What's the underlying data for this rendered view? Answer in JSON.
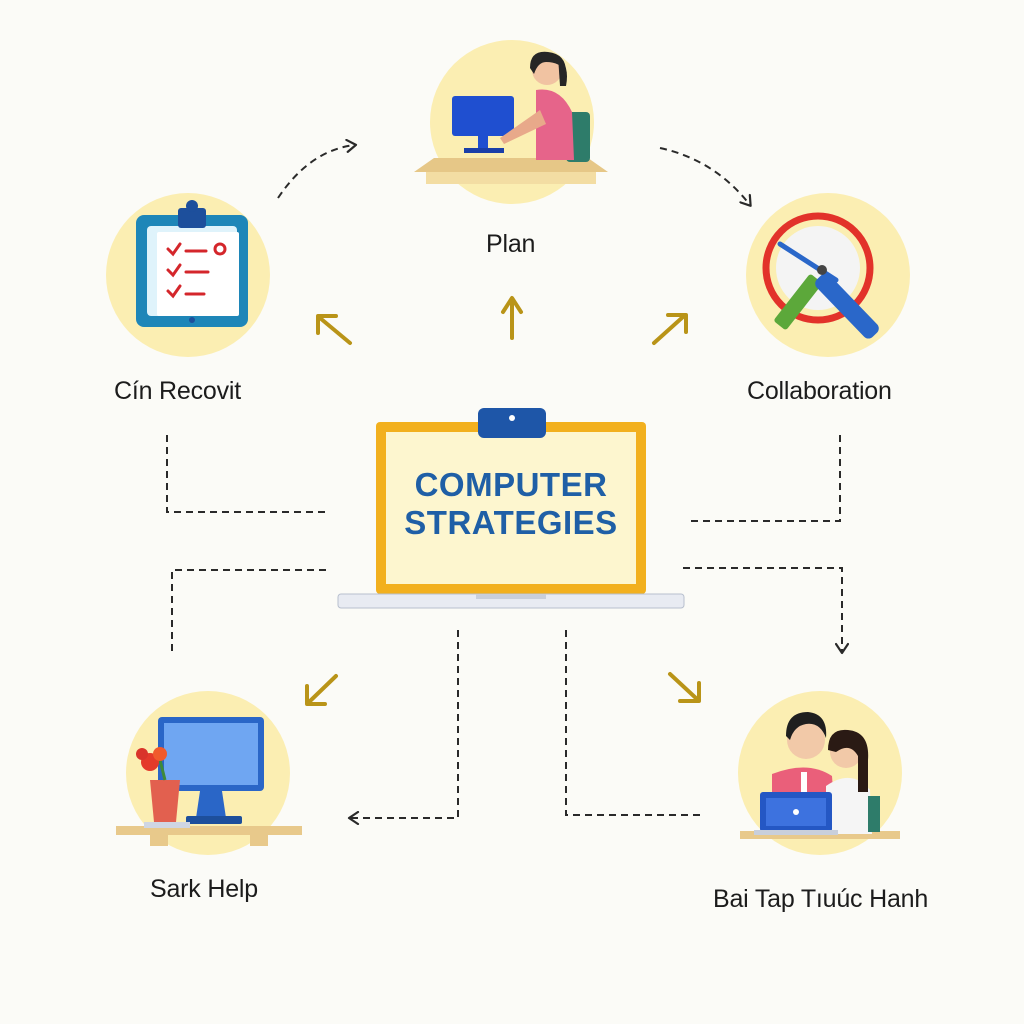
{
  "center": {
    "line1": "COMPUTER",
    "line2": "STRATEGIES"
  },
  "nodes": {
    "top": {
      "label": "Plan",
      "icon": "person-at-computer-icon"
    },
    "left": {
      "label": "Cín Recovit",
      "icon": "clipboard-checklist-icon"
    },
    "right": {
      "label": "Collaboration",
      "icon": "magnifier-tool-icon"
    },
    "bottom_left": {
      "label": "Sark Help",
      "icon": "desk-monitor-icon"
    },
    "bottom_right": {
      "label": "Bai Tap Tıuúc Hanh",
      "icon": "two-people-laptop-icon"
    }
  },
  "colors": {
    "background": "#fbfbf7",
    "node_circle": "#fbeeb2",
    "laptop_frame": "#f2b01e",
    "laptop_screen": "#fdf6cf",
    "title_blue": "#1f5fa6",
    "arrow_gold": "#b99418",
    "dashed_line": "#2a2a2a"
  }
}
